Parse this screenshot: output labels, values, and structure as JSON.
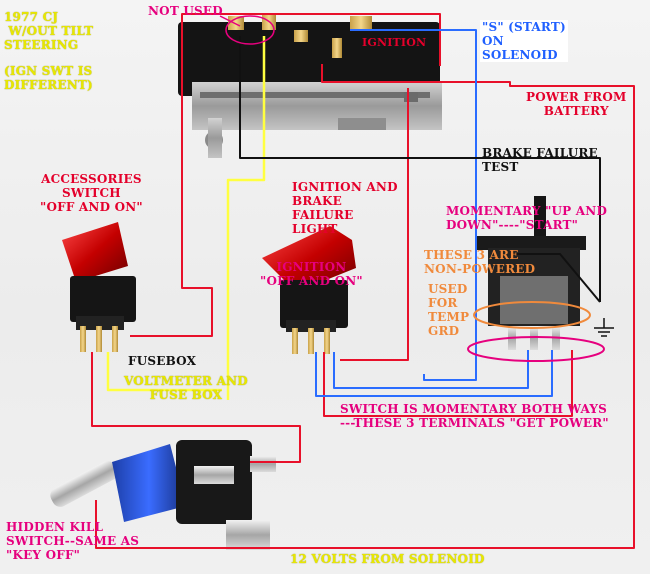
{
  "labels": {
    "model": "1977 CJ\n W/OUT TILT\nSTEERING",
    "ign_note": "(IGN SWT IS\nDIFFERENT)",
    "not_used": "NOT USED",
    "ignition": "IGNITION",
    "start": "\"S\" (START)\nON\nSOLENOID",
    "power_from_battery": "POWER FROM\nBATTERY",
    "brake_failure_test": "BRAKE FAILURE\nTEST",
    "accessories_switch": "ACCESSORIES\nSWITCH\n\"OFF AND ON\"",
    "ignition_brake_light": "IGNITION AND\nBRAKE\nFAILURE\nLIGHT",
    "ignition_off_on": "IGNITION\n\"OFF AND ON\"",
    "momentary": "MOMENTARY \"UP AND\nDOWN\"----\"START\"",
    "non_powered": "THESE 3 ARE\nNON-POWERED",
    "used_for_temp": "USED\nFOR\nTEMP\nGRD",
    "fusebox": "FUSEBOX",
    "voltmeter": "VOLTMETER AND\nFUSE BOX",
    "momentary_both": "SWITCH IS MOMENTARY BOTH WAYS\n---THESE 3 TERMINALS \"GET POWER\"",
    "hidden_kill": "HIDDEN KILL\nSWITCH--SAME AS\n\"KEY OFF\"",
    "twelve_volts": "12 VOLTS FROM SOLENOID"
  },
  "colors": {
    "red_wire": "#e8102a",
    "blue_wire": "#2a6cff",
    "yellow_wire": "#ffff40",
    "black_wire": "#111111",
    "pink_marker": "#e6007e",
    "orange_marker": "#f08a3c"
  }
}
